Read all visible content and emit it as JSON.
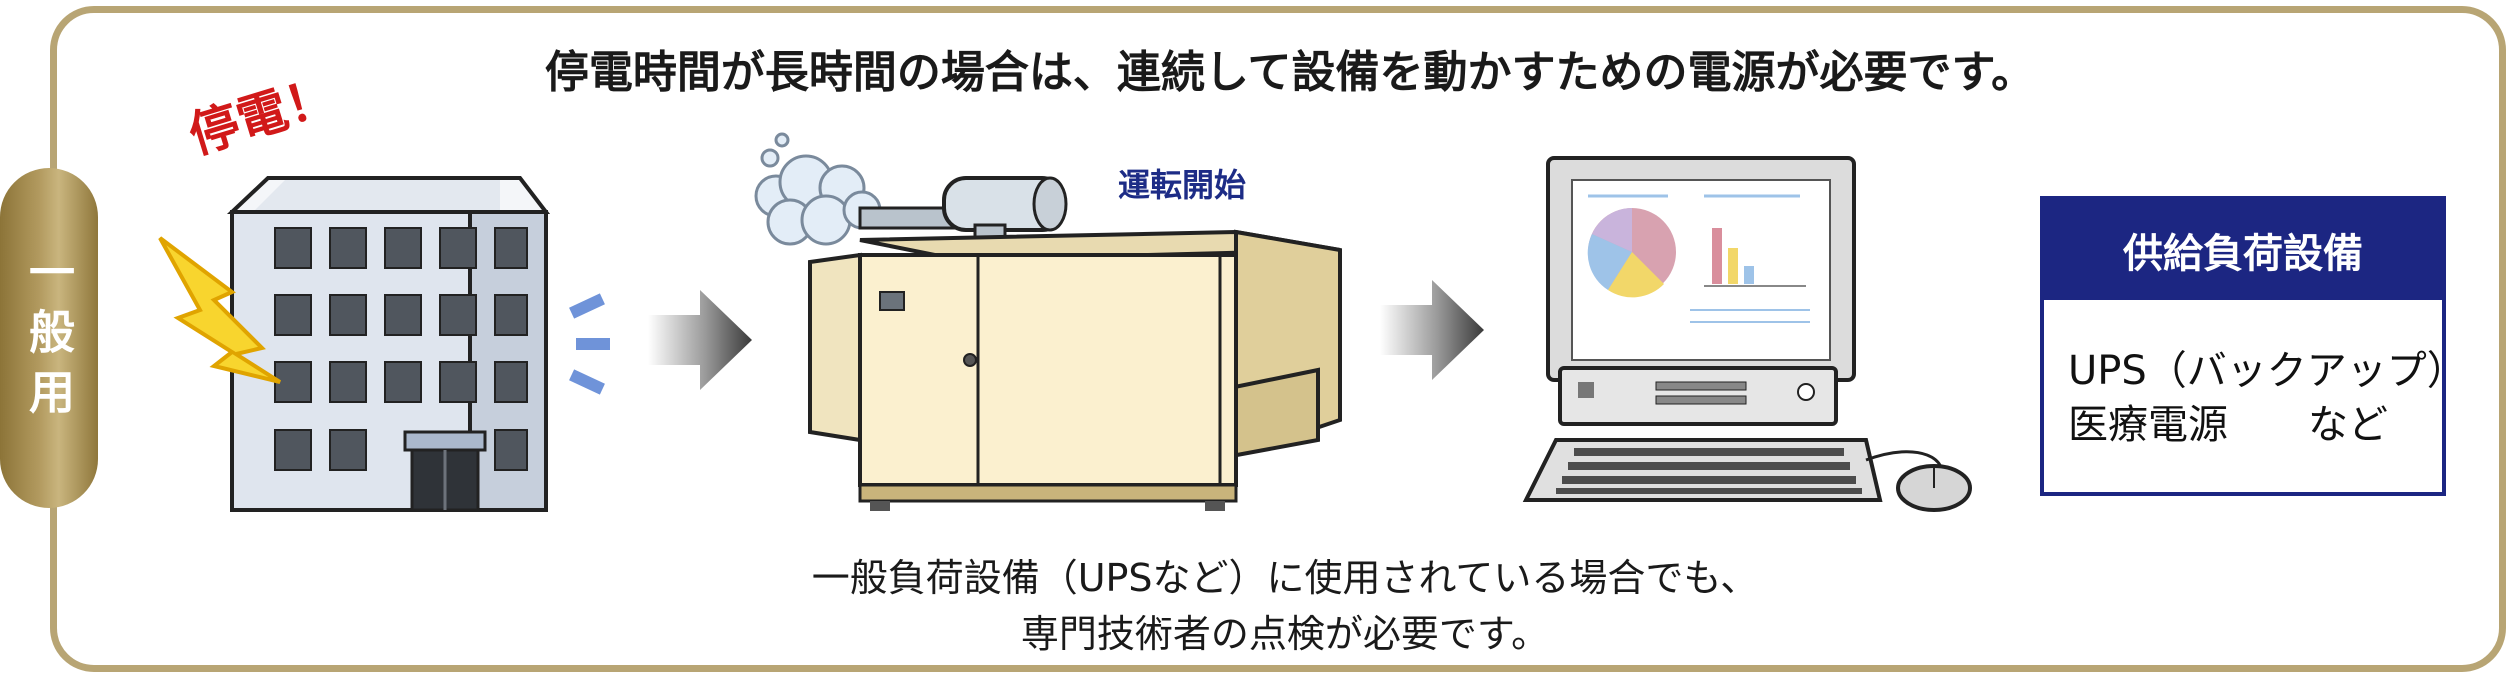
{
  "side_tab": "一般用",
  "title": "停電時間が長時間の場合は、連続して設備を動かすための電源が必要です。",
  "outage_label": "停電！",
  "generator_label": "運転開始",
  "supply_box": {
    "header": "供給負荷設備",
    "line1": "UPS（バックアップ）",
    "line2": "医療電源　　など"
  },
  "note": {
    "line1": "一般負荷設備（UPSなど）に使用されている場合でも、",
    "line2": "専門技術者の点検が必要です。"
  }
}
